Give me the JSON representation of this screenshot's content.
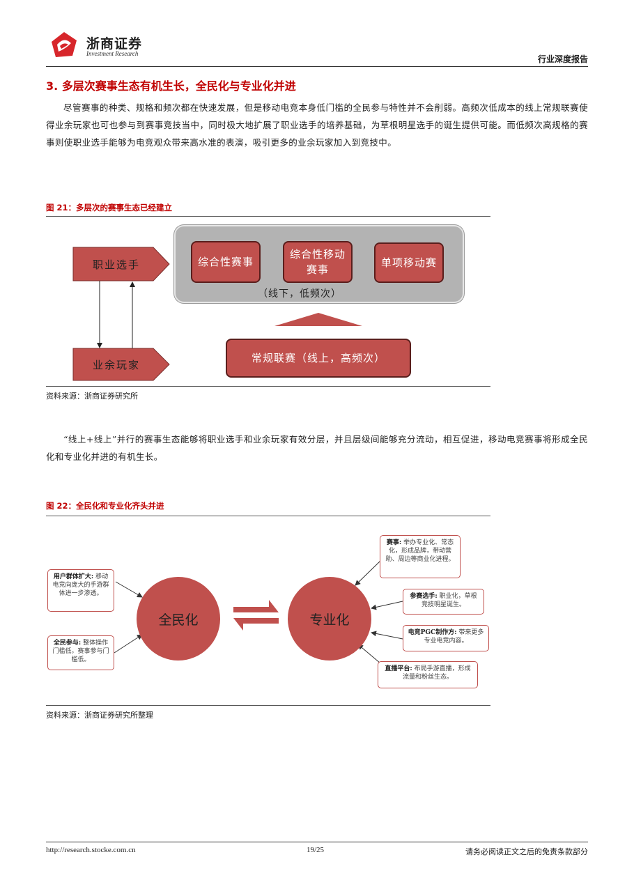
{
  "header": {
    "logo_cn": "浙商证券",
    "logo_en": "Investment Research",
    "report_type": "行业深度报告"
  },
  "section": {
    "title": "3. 多层次赛事生态有机生长，全民化与专业化并进",
    "paragraph1": "尽管赛事的种类、规格和频次都在快速发展，但是移动电竞本身低门槛的全民参与特性并不会削弱。高频次低成本的线上常规联赛使得业余玩家也可也参与到赛事竞技当中，同时极大地扩展了职业选手的培养基础，为草根明星选手的诞生提供可能。而低频次高规格的赛事则使职业选手能够为电竞观众带来高水准的表演，吸引更多的业余玩家加入到竞技中。",
    "paragraph2": "“线上+线上”并行的赛事生态能够将职业选手和业余玩家有效分层，并且层级间能够充分流动，相互促进，移动电竞赛事将形成全民化和专业化并进的有机生长。"
  },
  "figure21": {
    "caption": "图 21：多层次的赛事生态已经建立",
    "pro_player": "职业选手",
    "amateur_player": "业余玩家",
    "event_comprehensive": "综合性赛事",
    "event_comprehensive_mobile": "综合性移动赛事",
    "event_single_mobile": "单项移动赛",
    "tier_note": "（线下，低频次）",
    "regular_league": "常规联赛（线上，高频次）",
    "source": "资料来源：浙商证券研究所",
    "colors": {
      "box_fill": "#c0504d",
      "tier_bg": "#b3b3b3"
    }
  },
  "figure22": {
    "caption": "图 22：全民化和专业化齐头并进",
    "left_circle": "全民化",
    "right_circle": "专业化",
    "notes": {
      "user_growth_title": "用户群体扩大:",
      "user_growth_body": "移动电竞向庞大的手游群体进一步渗透。",
      "participation_title": "全民参与:",
      "participation_body": "整体操作门槛低，赛事参与门槛低。",
      "events_title": "赛事:",
      "events_body": "举办专业化、常态化，形成品牌，带动营助、周边等商业化进程。",
      "players_title": "参赛选手:",
      "players_body": "职业化，草根竞技明星诞生。",
      "pgc_title": "电竞PGC制作方:",
      "pgc_body": "带来更多专业电竞内容。",
      "streaming_title": "直播平台:",
      "streaming_body": "布局手游直播，形成流量和粉丝生态。"
    },
    "source": "资料来源：浙商证券研究所整理"
  },
  "footer": {
    "url": "http://research.stocke.com.cn",
    "page": "19/25",
    "disclaimer": "请务必阅读正文之后的免责条款部分"
  }
}
